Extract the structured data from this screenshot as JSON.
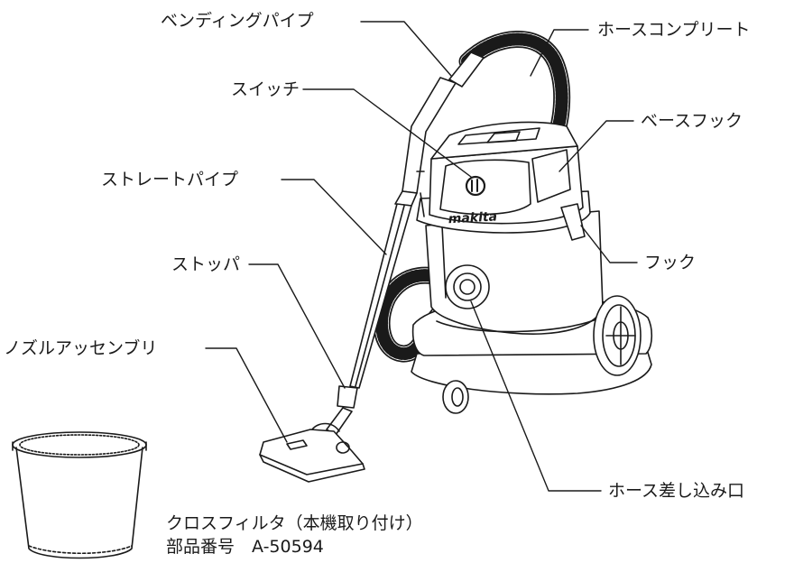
{
  "labels": {
    "bending_pipe": "ベンディングパイプ",
    "switch": "スイッチ",
    "straight_pipe": "ストレートパイプ",
    "stopper": "ストッパ",
    "nozzle_assembly": "ノズルアッセンブリ",
    "hose_complete": "ホースコンプリート",
    "base_hook": "ベースフック",
    "hook": "フック",
    "hose_inlet": "ホース差し込み口"
  },
  "filter": {
    "name": "クロスフィルタ（本機取り付け）",
    "part_number": "部品番号　A-50594"
  },
  "brand": "makita"
}
